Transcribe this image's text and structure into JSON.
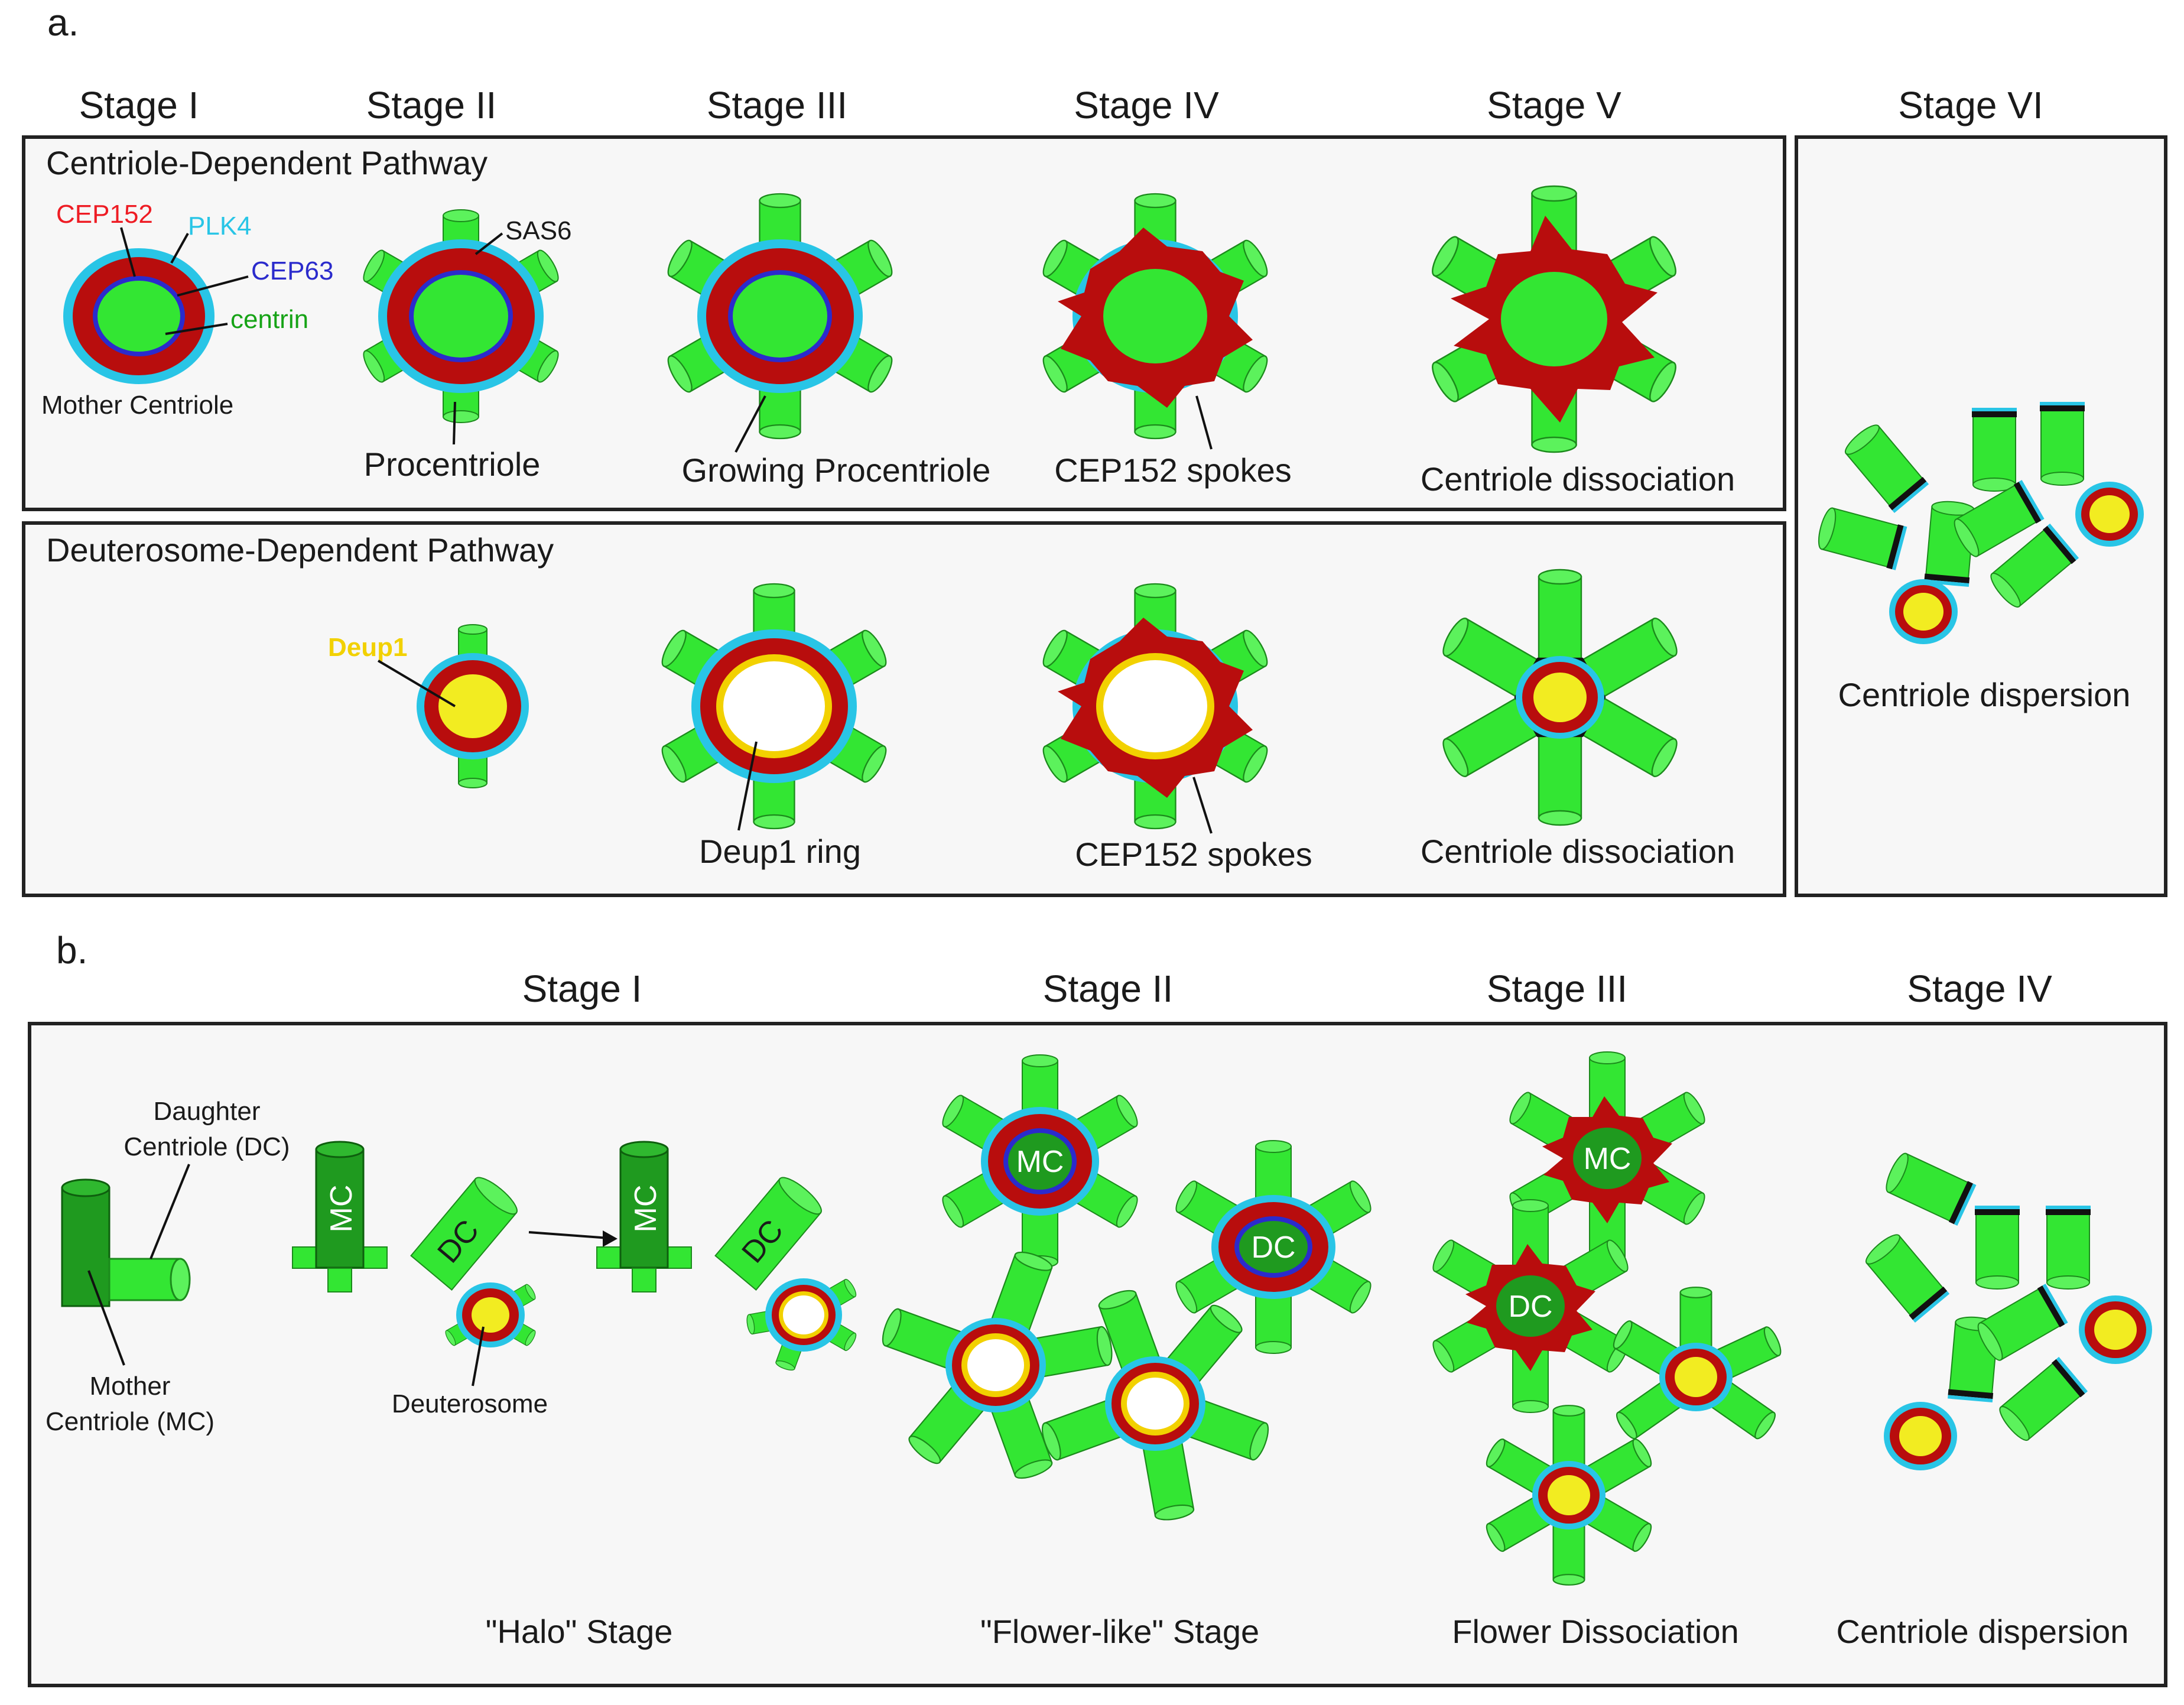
{
  "panel_a": {
    "letter": "a.",
    "stages": [
      "Stage I",
      "Stage II",
      "Stage III",
      "Stage IV",
      "Stage V",
      "Stage VI"
    ],
    "pathway_top": "Centriole-Dependent Pathway",
    "pathway_bottom": "Deuterosome-Dependent Pathway",
    "markers": {
      "cep152": "CEP152",
      "plk4": "PLK4",
      "cep63": "CEP63",
      "centrin": "centrin",
      "sas6": "SAS6",
      "deup1": "Deup1"
    },
    "labels": {
      "mother_centriole": "Mother Centriole",
      "procentriole": "Procentriole",
      "growing": "Growing Procentriole",
      "spokes": "CEP152 spokes",
      "dissociation": "Centriole dissociation",
      "deup1_ring": "Deup1 ring",
      "dispersion": "Centriole dispersion"
    }
  },
  "panel_b": {
    "letter": "b.",
    "stages": [
      "Stage I",
      "Stage II",
      "Stage III",
      "Stage IV"
    ],
    "labels": {
      "daughter_line1": "Daughter",
      "daughter_line2": "Centriole (DC)",
      "mother_line1": "Mother",
      "mother_line2": "Centriole (MC)",
      "deuterosome": "Deuterosome",
      "mc": "MC",
      "dc": "DC"
    },
    "captions": [
      "\"Halo\" Stage",
      "\"Flower-like\" Stage",
      "Flower Dissociation",
      "Centriole dispersion"
    ]
  },
  "colors": {
    "cep152": "#ee1c24",
    "plk4": "#29c5e6",
    "cep63": "#2b2bcc",
    "centrin": "#16a316",
    "deup1": "#f2d100",
    "centriole_green": "#33e633",
    "mother_green": "#1f9a1f",
    "ring_red": "#b80d0d"
  }
}
